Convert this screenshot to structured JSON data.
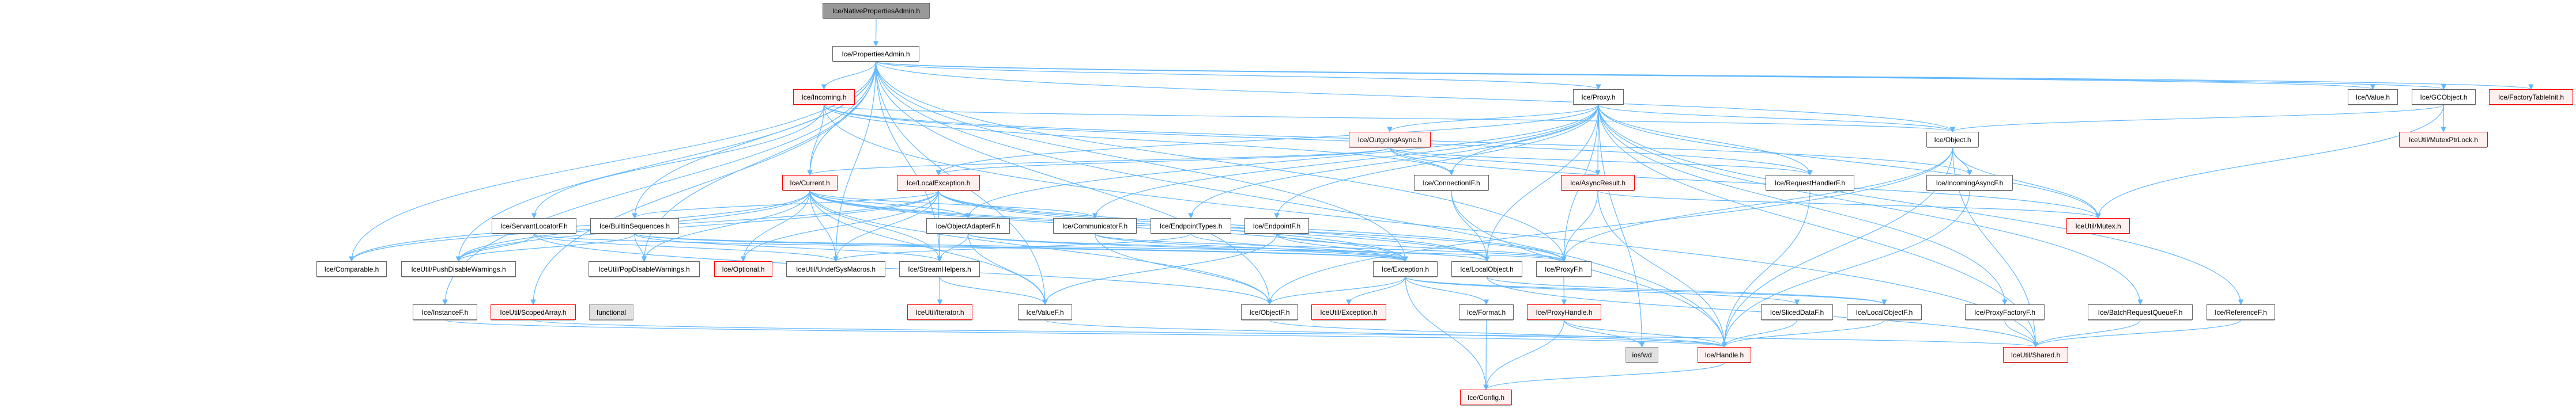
{
  "diagram": {
    "title": "Ice/NativePropertiesAdmin.h include dependency graph",
    "edge_color": "#63b8ff",
    "legend_styles": {
      "root": "#999999",
      "normal": "#ffffff",
      "truncated": "#fff0f0",
      "system": "#e0e0e0"
    },
    "nodes": [
      {
        "id": "n0",
        "label": "Ice/NativePropertiesAdmin.h",
        "style": "root"
      },
      {
        "id": "n1",
        "label": "Ice/PropertiesAdmin.h",
        "style": "normal"
      },
      {
        "id": "n2",
        "label": "Ice/Incoming.h",
        "style": "red"
      },
      {
        "id": "n3",
        "label": "Ice/Proxy.h",
        "style": "normal"
      },
      {
        "id": "n4",
        "label": "Ice/Value.h",
        "style": "normal"
      },
      {
        "id": "n5",
        "label": "Ice/GCObject.h",
        "style": "normal"
      },
      {
        "id": "n6",
        "label": "Ice/FactoryTableInit.h",
        "style": "red"
      },
      {
        "id": "n7",
        "label": "Ice/OutgoingAsync.h",
        "style": "red"
      },
      {
        "id": "n8",
        "label": "Ice/Object.h",
        "style": "normal"
      },
      {
        "id": "n9",
        "label": "IceUtil/MutexPtrLock.h",
        "style": "red"
      },
      {
        "id": "n10",
        "label": "Ice/Current.h",
        "style": "red"
      },
      {
        "id": "n11",
        "label": "Ice/LocalException.h",
        "style": "red"
      },
      {
        "id": "n12",
        "label": "Ice/ConnectionIF.h",
        "style": "normal"
      },
      {
        "id": "n13",
        "label": "Ice/AsyncResult.h",
        "style": "red"
      },
      {
        "id": "n14",
        "label": "Ice/RequestHandlerF.h",
        "style": "normal"
      },
      {
        "id": "n15",
        "label": "Ice/IncomingAsyncF.h",
        "style": "normal"
      },
      {
        "id": "n16",
        "label": "Ice/ServantLocatorF.h",
        "style": "normal"
      },
      {
        "id": "n17",
        "label": "Ice/BuiltinSequences.h",
        "style": "normal"
      },
      {
        "id": "n18",
        "label": "Ice/ObjectAdapterF.h",
        "style": "normal"
      },
      {
        "id": "n19",
        "label": "Ice/CommunicatorF.h",
        "style": "normal"
      },
      {
        "id": "n20",
        "label": "Ice/EndpointTypes.h",
        "style": "normal"
      },
      {
        "id": "n21",
        "label": "Ice/EndpointF.h",
        "style": "normal"
      },
      {
        "id": "n22",
        "label": "IceUtil/Mutex.h",
        "style": "red"
      },
      {
        "id": "n23",
        "label": "Ice/Comparable.h",
        "style": "normal"
      },
      {
        "id": "n24",
        "label": "IceUtil/PushDisableWarnings.h",
        "style": "normal"
      },
      {
        "id": "n25",
        "label": "IceUtil/PopDisableWarnings.h",
        "style": "normal"
      },
      {
        "id": "n26",
        "label": "Ice/Optional.h",
        "style": "red"
      },
      {
        "id": "n27",
        "label": "IceUtil/UndefSysMacros.h",
        "style": "normal"
      },
      {
        "id": "n28",
        "label": "Ice/StreamHelpers.h",
        "style": "normal"
      },
      {
        "id": "n29",
        "label": "Ice/Exception.h",
        "style": "normal"
      },
      {
        "id": "n30",
        "label": "Ice/LocalObject.h",
        "style": "normal"
      },
      {
        "id": "n31",
        "label": "Ice/ProxyF.h",
        "style": "normal"
      },
      {
        "id": "n32",
        "label": "Ice/InstanceF.h",
        "style": "normal"
      },
      {
        "id": "n33",
        "label": "IceUtil/ScopedArray.h",
        "style": "red"
      },
      {
        "id": "n34",
        "label": "functional",
        "style": "sys"
      },
      {
        "id": "n35",
        "label": "IceUtil/Iterator.h",
        "style": "red"
      },
      {
        "id": "n36",
        "label": "Ice/ValueF.h",
        "style": "normal"
      },
      {
        "id": "n37",
        "label": "Ice/ObjectF.h",
        "style": "normal"
      },
      {
        "id": "n38",
        "label": "IceUtil/Exception.h",
        "style": "red"
      },
      {
        "id": "n39",
        "label": "Ice/Format.h",
        "style": "normal"
      },
      {
        "id": "n40",
        "label": "Ice/ProxyHandle.h",
        "style": "red"
      },
      {
        "id": "n41",
        "label": "Ice/SlicedDataF.h",
        "style": "normal"
      },
      {
        "id": "n42",
        "label": "Ice/LocalObjectF.h",
        "style": "normal"
      },
      {
        "id": "n43",
        "label": "Ice/ProxyFactoryF.h",
        "style": "normal"
      },
      {
        "id": "n44",
        "label": "Ice/BatchRequestQueueF.h",
        "style": "normal"
      },
      {
        "id": "n45",
        "label": "Ice/ReferenceF.h",
        "style": "normal"
      },
      {
        "id": "n46",
        "label": "iosfwd",
        "style": "sys"
      },
      {
        "id": "n47",
        "label": "Ice/Handle.h",
        "style": "red"
      },
      {
        "id": "n48",
        "label": "IceUtil/Shared.h",
        "style": "red"
      },
      {
        "id": "n49",
        "label": "Ice/Config.h",
        "style": "red"
      }
    ],
    "edges": [
      [
        "n0",
        "n1"
      ],
      [
        "n1",
        "n2"
      ],
      [
        "n1",
        "n3"
      ],
      [
        "n1",
        "n4"
      ],
      [
        "n1",
        "n5"
      ],
      [
        "n1",
        "n6"
      ],
      [
        "n1",
        "n8"
      ],
      [
        "n1",
        "n10"
      ],
      [
        "n1",
        "n17"
      ],
      [
        "n1",
        "n23"
      ],
      [
        "n1",
        "n24"
      ],
      [
        "n1",
        "n25"
      ],
      [
        "n1",
        "n27"
      ],
      [
        "n1",
        "n28"
      ],
      [
        "n1",
        "n29"
      ],
      [
        "n1",
        "n31"
      ],
      [
        "n1",
        "n32"
      ],
      [
        "n1",
        "n33"
      ],
      [
        "n1",
        "n36"
      ],
      [
        "n1",
        "n37"
      ],
      [
        "n1",
        "n47"
      ],
      [
        "n2",
        "n10"
      ],
      [
        "n2",
        "n8"
      ],
      [
        "n2",
        "n12"
      ],
      [
        "n2",
        "n14"
      ],
      [
        "n2",
        "n15"
      ],
      [
        "n2",
        "n16"
      ],
      [
        "n2",
        "n48"
      ],
      [
        "n3",
        "n7"
      ],
      [
        "n3",
        "n8"
      ],
      [
        "n3",
        "n11"
      ],
      [
        "n3",
        "n12"
      ],
      [
        "n3",
        "n13"
      ],
      [
        "n3",
        "n14"
      ],
      [
        "n3",
        "n18"
      ],
      [
        "n3",
        "n19"
      ],
      [
        "n3",
        "n20"
      ],
      [
        "n3",
        "n21"
      ],
      [
        "n3",
        "n22"
      ],
      [
        "n3",
        "n30"
      ],
      [
        "n3",
        "n31"
      ],
      [
        "n3",
        "n43"
      ],
      [
        "n3",
        "n44"
      ],
      [
        "n3",
        "n45"
      ],
      [
        "n3",
        "n46"
      ],
      [
        "n3",
        "n48"
      ],
      [
        "n5",
        "n8"
      ],
      [
        "n5",
        "n9"
      ],
      [
        "n5",
        "n22"
      ],
      [
        "n7",
        "n10"
      ],
      [
        "n7",
        "n11"
      ],
      [
        "n7",
        "n12"
      ],
      [
        "n7",
        "n13"
      ],
      [
        "n7",
        "n14"
      ],
      [
        "n7",
        "n22"
      ],
      [
        "n8",
        "n15"
      ],
      [
        "n8",
        "n22"
      ],
      [
        "n8",
        "n31"
      ],
      [
        "n8",
        "n37"
      ],
      [
        "n8",
        "n47"
      ],
      [
        "n8",
        "n48"
      ],
      [
        "n10",
        "n18"
      ],
      [
        "n10",
        "n19"
      ],
      [
        "n10",
        "n23"
      ],
      [
        "n10",
        "n24"
      ],
      [
        "n10",
        "n25"
      ],
      [
        "n10",
        "n26"
      ],
      [
        "n10",
        "n27"
      ],
      [
        "n10",
        "n28"
      ],
      [
        "n10",
        "n29"
      ],
      [
        "n10",
        "n30"
      ],
      [
        "n10",
        "n31"
      ],
      [
        "n10",
        "n36"
      ],
      [
        "n10",
        "n37"
      ],
      [
        "n11",
        "n17"
      ],
      [
        "n11",
        "n23"
      ],
      [
        "n11",
        "n24"
      ],
      [
        "n11",
        "n26"
      ],
      [
        "n11",
        "n27"
      ],
      [
        "n11",
        "n28"
      ],
      [
        "n11",
        "n29"
      ],
      [
        "n11",
        "n30"
      ],
      [
        "n11",
        "n31"
      ],
      [
        "n12",
        "n47"
      ],
      [
        "n12",
        "n30"
      ],
      [
        "n13",
        "n31"
      ],
      [
        "n13",
        "n22"
      ],
      [
        "n13",
        "n47"
      ],
      [
        "n14",
        "n47"
      ],
      [
        "n15",
        "n47"
      ],
      [
        "n16",
        "n24"
      ],
      [
        "n16",
        "n27"
      ],
      [
        "n16",
        "n29"
      ],
      [
        "n16",
        "n37"
      ],
      [
        "n17",
        "n24"
      ],
      [
        "n17",
        "n25"
      ],
      [
        "n17",
        "n28"
      ],
      [
        "n17",
        "n29"
      ],
      [
        "n17",
        "n31"
      ],
      [
        "n18",
        "n28"
      ],
      [
        "n18",
        "n29"
      ],
      [
        "n18",
        "n30"
      ],
      [
        "n18",
        "n36"
      ],
      [
        "n19",
        "n29"
      ],
      [
        "n19",
        "n31"
      ],
      [
        "n19",
        "n37"
      ],
      [
        "n20",
        "n27"
      ],
      [
        "n20",
        "n29"
      ],
      [
        "n21",
        "n29"
      ],
      [
        "n21",
        "n31"
      ],
      [
        "n21",
        "n36"
      ],
      [
        "n28",
        "n35"
      ],
      [
        "n28",
        "n36"
      ],
      [
        "n29",
        "n37"
      ],
      [
        "n29",
        "n38"
      ],
      [
        "n29",
        "n39"
      ],
      [
        "n29",
        "n41"
      ],
      [
        "n29",
        "n42"
      ],
      [
        "n29",
        "n49"
      ],
      [
        "n30",
        "n42"
      ],
      [
        "n30",
        "n48"
      ],
      [
        "n31",
        "n40"
      ],
      [
        "n32",
        "n47"
      ],
      [
        "n33",
        "n48"
      ],
      [
        "n36",
        "n47"
      ],
      [
        "n37",
        "n47"
      ],
      [
        "n39",
        "n49"
      ],
      [
        "n40",
        "n46"
      ],
      [
        "n40",
        "n49"
      ],
      [
        "n40",
        "n47"
      ],
      [
        "n41",
        "n47"
      ],
      [
        "n42",
        "n47"
      ],
      [
        "n43",
        "n48"
      ],
      [
        "n44",
        "n48"
      ],
      [
        "n45",
        "n48"
      ],
      [
        "n47",
        "n49"
      ]
    ]
  }
}
